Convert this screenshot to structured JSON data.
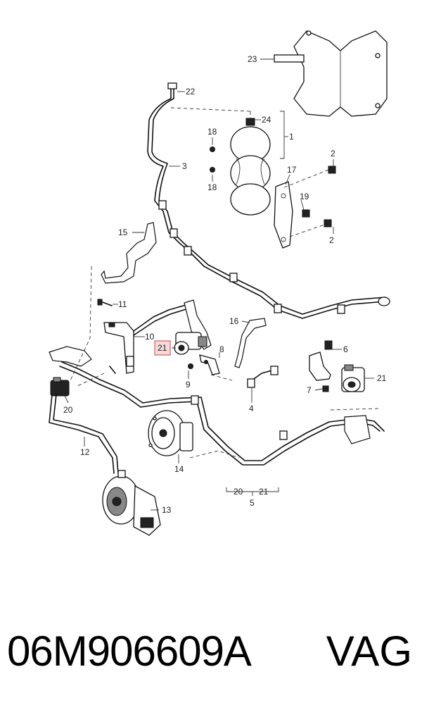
{
  "diagram": {
    "callouts": {
      "c1": "1",
      "c2a": "2",
      "c2b": "2",
      "c3": "3",
      "c4": "4",
      "c5": "5",
      "c6": "6",
      "c7": "7",
      "c8": "8",
      "c9": "9",
      "c10": "10",
      "c11": "11",
      "c12": "12",
      "c13": "13",
      "c14": "14",
      "c15": "15",
      "c16": "16",
      "c17": "17",
      "c18a": "18",
      "c18b": "18",
      "c19": "19",
      "c20a": "20",
      "c20b": "20",
      "c21a": "21",
      "c21b": "21",
      "c21c": "21",
      "c22": "22",
      "c23": "23",
      "c24": "24"
    },
    "highlighted_callout": "21",
    "colors": {
      "ink": "#111111",
      "highlight_fill": "#f6dada",
      "highlight_border": "#d04545"
    }
  },
  "footer": {
    "part_number": "06M906609A",
    "brand": "VAG"
  }
}
